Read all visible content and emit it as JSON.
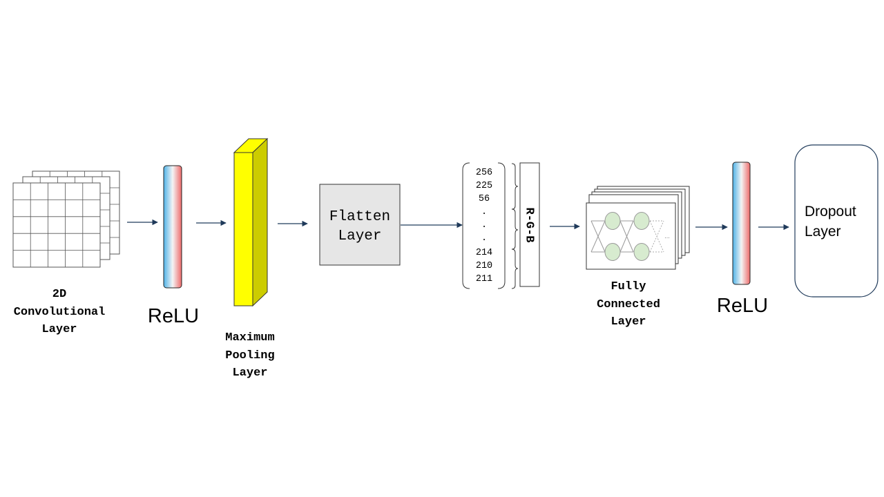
{
  "labels": {
    "conv_line1": "2D",
    "conv_line2": "Convolutional",
    "conv_line3": "Layer",
    "relu1": "ReLU",
    "pool_line1": "Maximum",
    "pool_line2": "Pooling",
    "pool_line3": "Layer",
    "flatten_line1": "Flatten",
    "flatten_line2": "Layer",
    "rgb": "R-G-B",
    "fc_line1": "Fully",
    "fc_line2": "Connected",
    "fc_line3": "Layer",
    "relu2": "ReLU",
    "dropout_line1": "Dropout",
    "dropout_line2": "Layer"
  },
  "vector_values": [
    "256",
    "225",
    "56",
    ".",
    ".",
    ".",
    "214",
    "210",
    "211"
  ],
  "fc_ellipsis": "...",
  "colors": {
    "arrow": "#1f3a5a",
    "pool_front": "#ffff00",
    "pool_side": "#cccc00",
    "flatten_fill": "#e6e6e6",
    "relu_blue": "#4fb3e8",
    "relu_red": "#ee6a6a",
    "node_fill": "#d7ebcf"
  }
}
